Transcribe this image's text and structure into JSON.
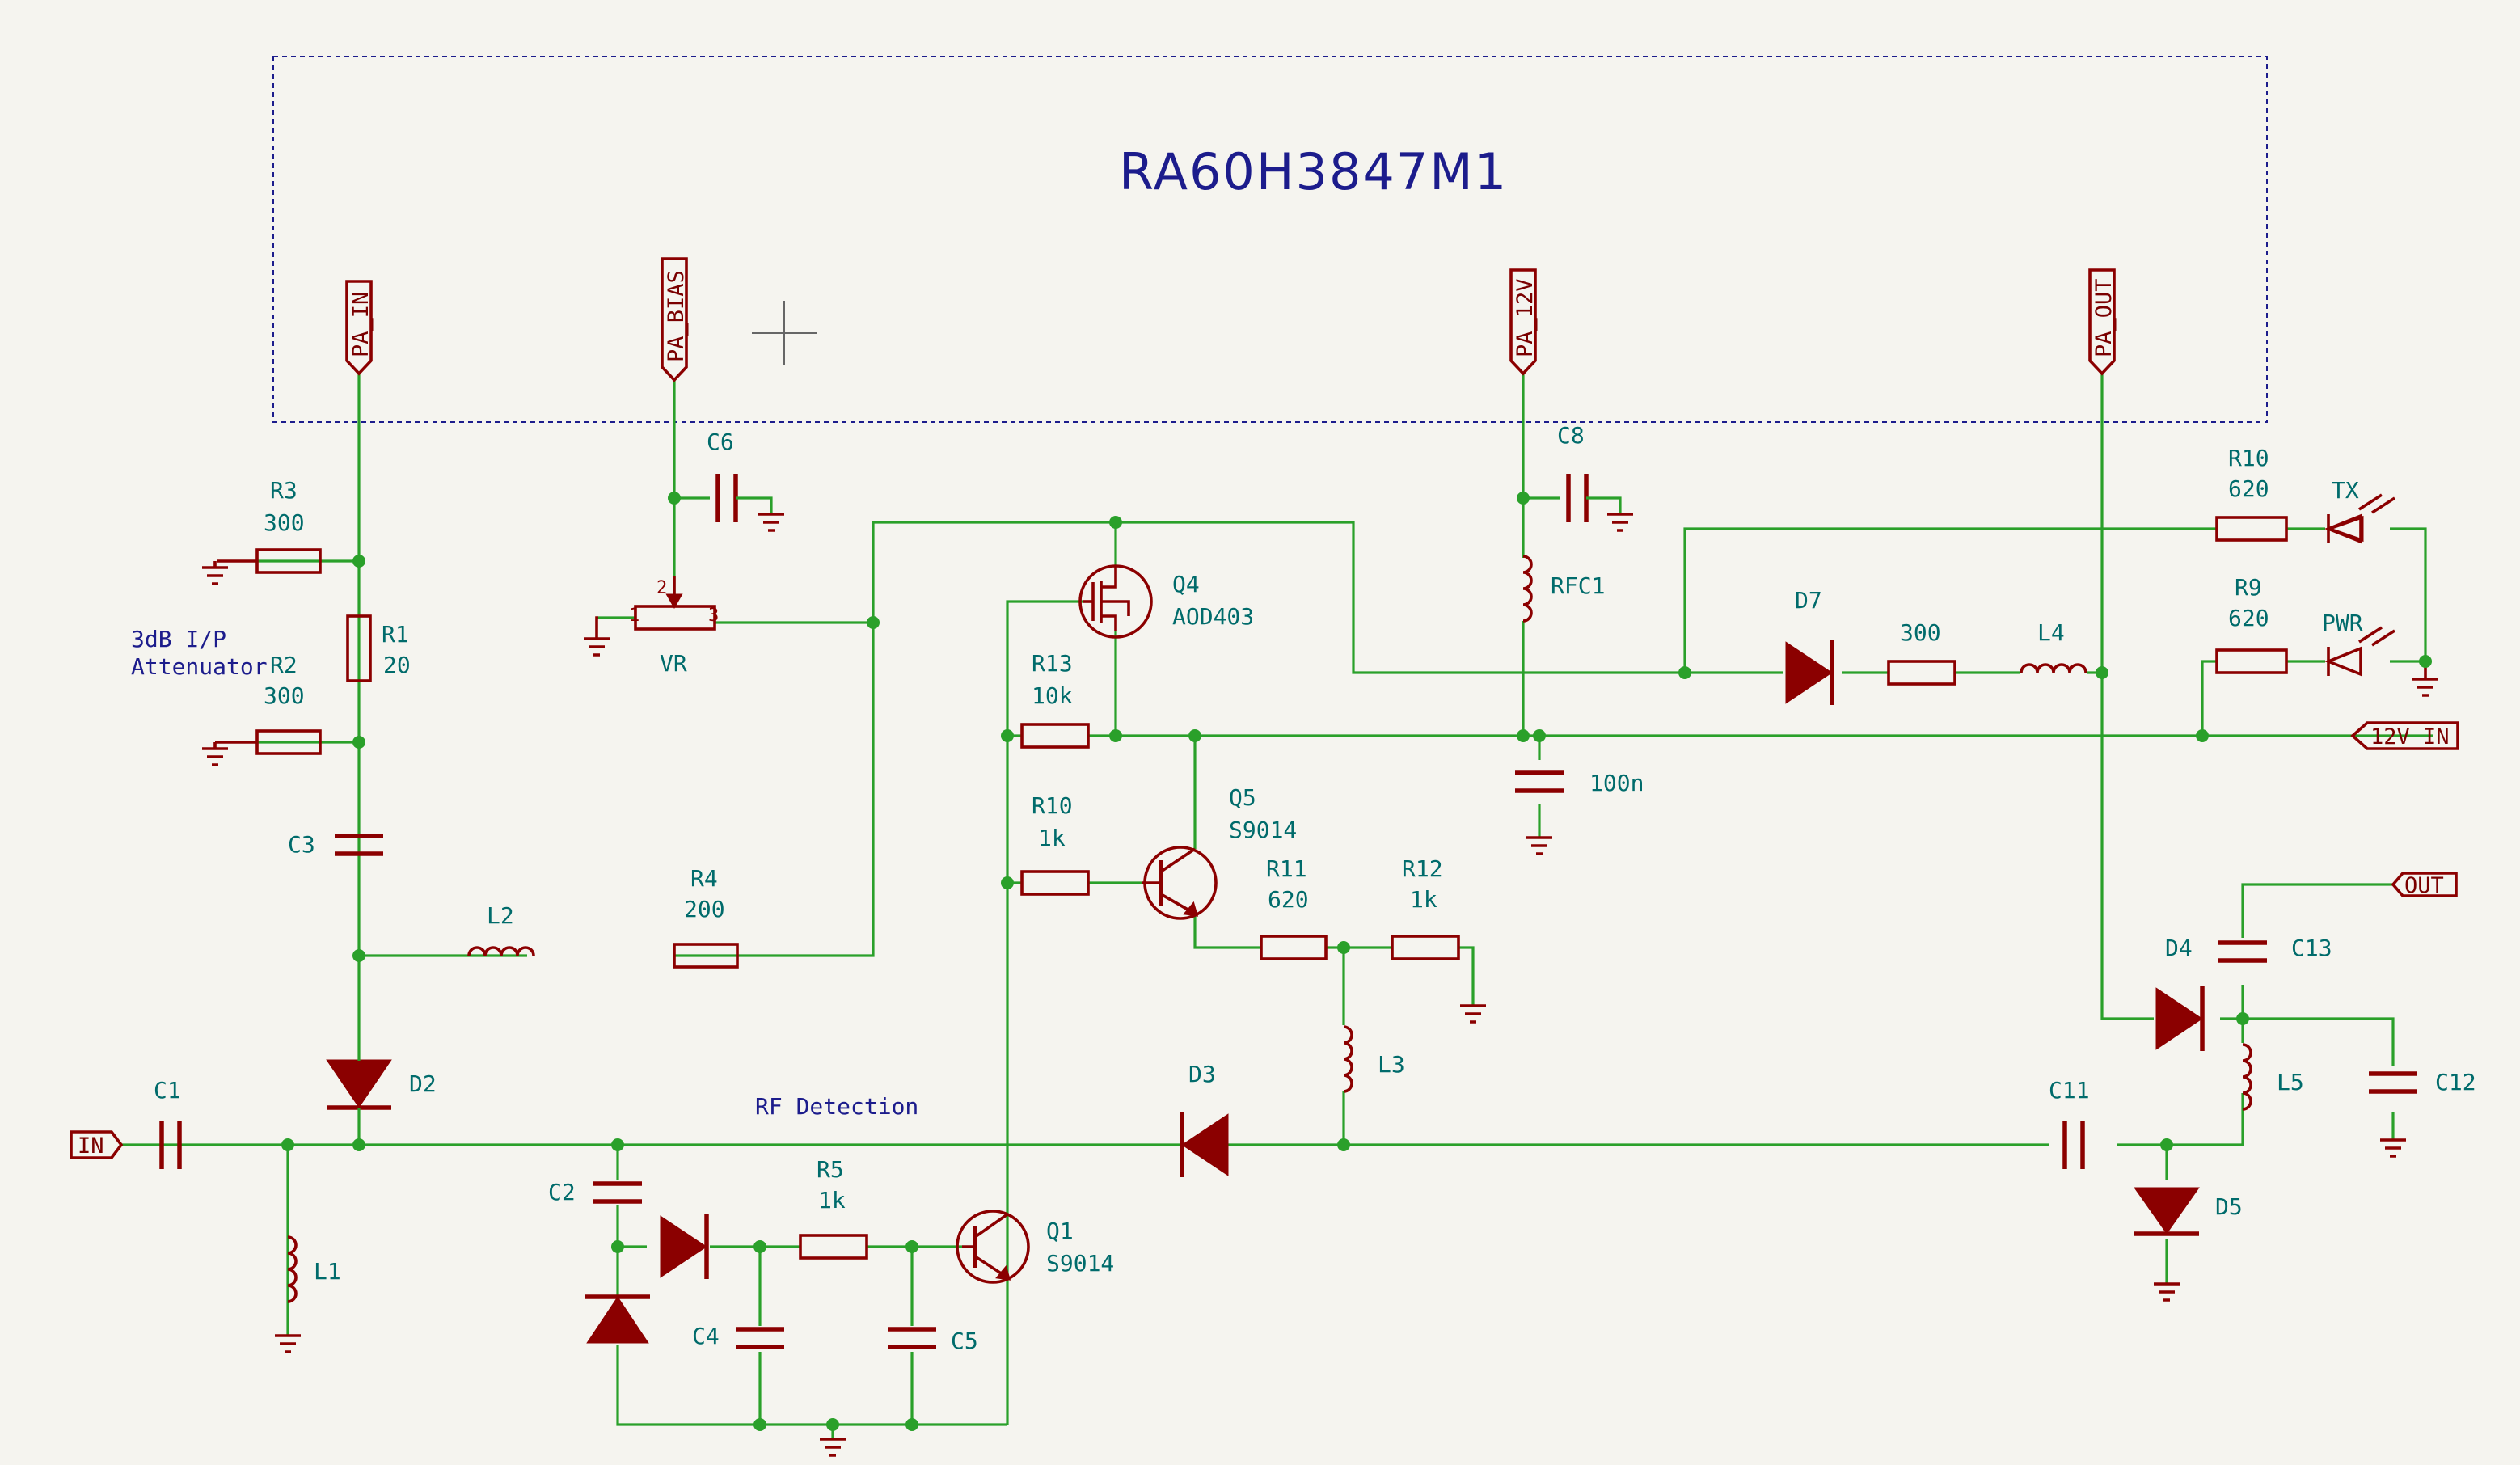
{
  "module": {
    "title": "RA60H3847M1"
  },
  "ports": {
    "pa_in": "PA_IN",
    "pa_bias": "PA_BIAS",
    "pa_12v": "PA_12V",
    "pa_out": "PA_OUT",
    "in": "IN",
    "out": "OUT",
    "v12_in": "12V_IN"
  },
  "notes": {
    "attenuator_line1": "3dB I/P",
    "attenuator_line2": "Attenuator",
    "rf_detection": "RF Detection"
  },
  "components": {
    "R3": {
      "ref": "R3",
      "value": "300"
    },
    "R1": {
      "ref": "R1",
      "value": "20"
    },
    "R2": {
      "ref": "R2",
      "value": "300"
    },
    "C3": {
      "ref": "C3"
    },
    "L2": {
      "ref": "L2"
    },
    "R4": {
      "ref": "R4",
      "value": "200"
    },
    "D2": {
      "ref": "D2"
    },
    "C1": {
      "ref": "C1"
    },
    "L1": {
      "ref": "L1"
    },
    "C6": {
      "ref": "C6"
    },
    "VR": {
      "ref": "VR",
      "pin1": "1",
      "pin2": "2",
      "pin3": "3"
    },
    "Q4": {
      "ref": "Q4",
      "value": "AOD403"
    },
    "R13": {
      "ref": "R13",
      "value": "10k"
    },
    "R10a": {
      "ref": "R10",
      "value": "1k"
    },
    "Q5": {
      "ref": "Q5",
      "value": "S9014"
    },
    "R11": {
      "ref": "R11",
      "value": "620"
    },
    "R12": {
      "ref": "R12",
      "value": "1k"
    },
    "L3": {
      "ref": "L3"
    },
    "D3": {
      "ref": "D3"
    },
    "C2": {
      "ref": "C2"
    },
    "R5": {
      "ref": "R5",
      "value": "1k"
    },
    "Q1": {
      "ref": "Q1",
      "value": "S9014"
    },
    "C4": {
      "ref": "C4"
    },
    "C5": {
      "ref": "C5"
    },
    "C8": {
      "ref": "C8"
    },
    "RFC1": {
      "ref": "RFC1"
    },
    "C100n": {
      "value": "100n"
    },
    "D7": {
      "ref": "D7"
    },
    "R_d7": {
      "value": "300"
    },
    "L4": {
      "ref": "L4"
    },
    "R10b": {
      "ref": "R10",
      "value": "620"
    },
    "TX": {
      "ref": "TX"
    },
    "R9": {
      "ref": "R9",
      "value": "620"
    },
    "PWR": {
      "ref": "PWR"
    },
    "D4": {
      "ref": "D4"
    },
    "C13": {
      "ref": "C13"
    },
    "C12": {
      "ref": "C12"
    },
    "L5": {
      "ref": "L5"
    },
    "C11": {
      "ref": "C11"
    },
    "D5": {
      "ref": "D5"
    }
  },
  "colors": {
    "wire": "#2aa02a",
    "symbol": "#8b0000",
    "text": "#006b6b",
    "title": "#1c1c8c",
    "background": "#f5f4ef"
  }
}
